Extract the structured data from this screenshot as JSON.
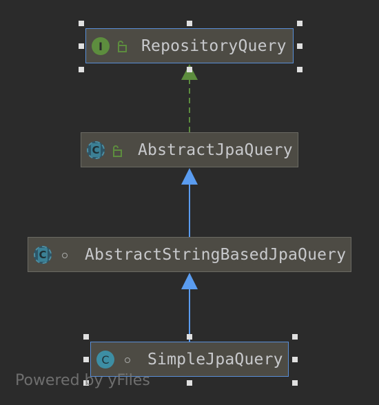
{
  "nodes": {
    "repository_query": {
      "label": "RepositoryQuery",
      "kind": "interface",
      "kind_letter": "I",
      "visibility": "public",
      "selected": true
    },
    "abstract_jpa_query": {
      "label": "AbstractJpaQuery",
      "kind": "abstract-class",
      "kind_letter": "C",
      "visibility": "public",
      "selected": false
    },
    "abstract_string_based": {
      "label": "AbstractStringBasedJpaQuery",
      "kind": "abstract-class",
      "kind_letter": "C",
      "visibility": "package-private",
      "selected": false
    },
    "simple_jpa_query": {
      "label": "SimpleJpaQuery",
      "kind": "class",
      "kind_letter": "C",
      "visibility": "package-private",
      "selected": true
    }
  },
  "edges": [
    {
      "from": "abstract_jpa_query",
      "to": "repository_query",
      "type": "implements",
      "style": "dashed",
      "color": "#5d8d3e"
    },
    {
      "from": "abstract_string_based",
      "to": "abstract_jpa_query",
      "type": "extends",
      "style": "solid",
      "color": "#5a9cf0"
    },
    {
      "from": "simple_jpa_query",
      "to": "abstract_string_based",
      "type": "extends",
      "style": "solid",
      "color": "#5a9cf0"
    }
  ],
  "colors": {
    "background": "#2b2b2b",
    "node_fill": "#4d4b44",
    "selection_border": "#5a8fd8",
    "interface_icon": "#5d8d3e",
    "class_icon": "#3d8ea4"
  },
  "watermark": "Powered by yFiles"
}
